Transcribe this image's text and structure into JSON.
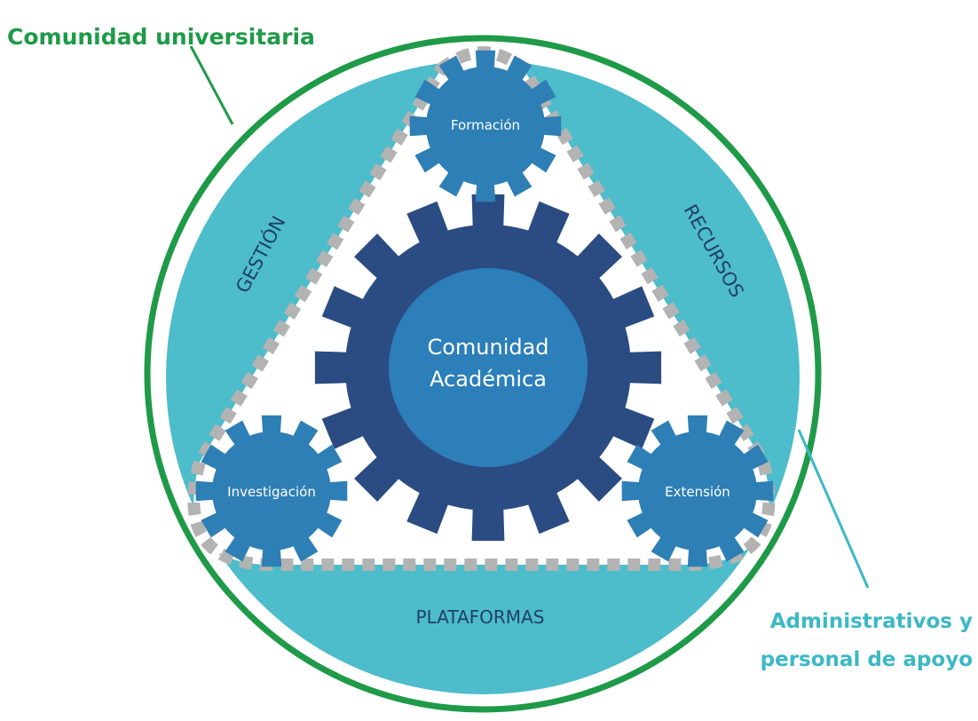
{
  "labels": {
    "university_community": "Comunidad universitaria",
    "admin_line1": "Administrativos y",
    "admin_line2": "personal de apoyo",
    "side_left": "GESTIÓN",
    "side_right": "RECURSOS",
    "side_bottom": "PLATAFORMAS",
    "center_line1": "Comunidad",
    "center_line2": "Académica",
    "gear_top": "Formación",
    "gear_left": "Investigación",
    "gear_right": "Extensión"
  },
  "colors": {
    "outer_ring": "#1f9a48",
    "teal_disk": "#4dbccb",
    "belt": "#b3b3b3",
    "small_gear": "#2e7fb5",
    "big_gear": "#2b4c82",
    "big_gear_hub": "#2c7fb8",
    "admin_text": "#3cb8c6",
    "gear_text": "#ffffff",
    "side_text": "#1f3f6e"
  }
}
